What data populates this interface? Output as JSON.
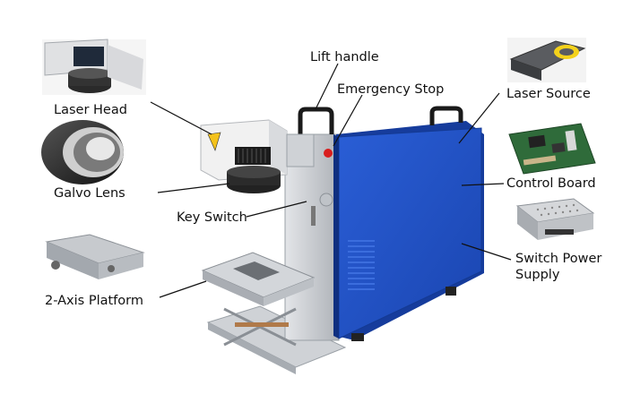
{
  "labels": {
    "laser_head": "Laser Head",
    "galvo_lens": "Galvo Lens",
    "key_switch": "Key Switch",
    "platform": "2-Axis Platform",
    "lift_handle": "Lift handle",
    "emergency_stop": "Emergency Stop",
    "laser_source": "Laser Source",
    "control_board": "Control Board",
    "switch_power_line1": "Switch Power",
    "switch_power_line2": "Supply"
  },
  "colors": {
    "cabinet_blue": "#1f4fc4",
    "cabinet_dark": "#163c9c",
    "metal": "#c9ccd1",
    "emergency_red": "#d81e1e",
    "pcb_green": "#2f6b3a",
    "laser_warning_yellow": "#f4c21b"
  },
  "icons": [
    "laser-head-photo",
    "galvo-lens-photo",
    "platform-photo",
    "laser-source-photo",
    "control-board-photo",
    "power-supply-photo",
    "machine-illustration"
  ]
}
